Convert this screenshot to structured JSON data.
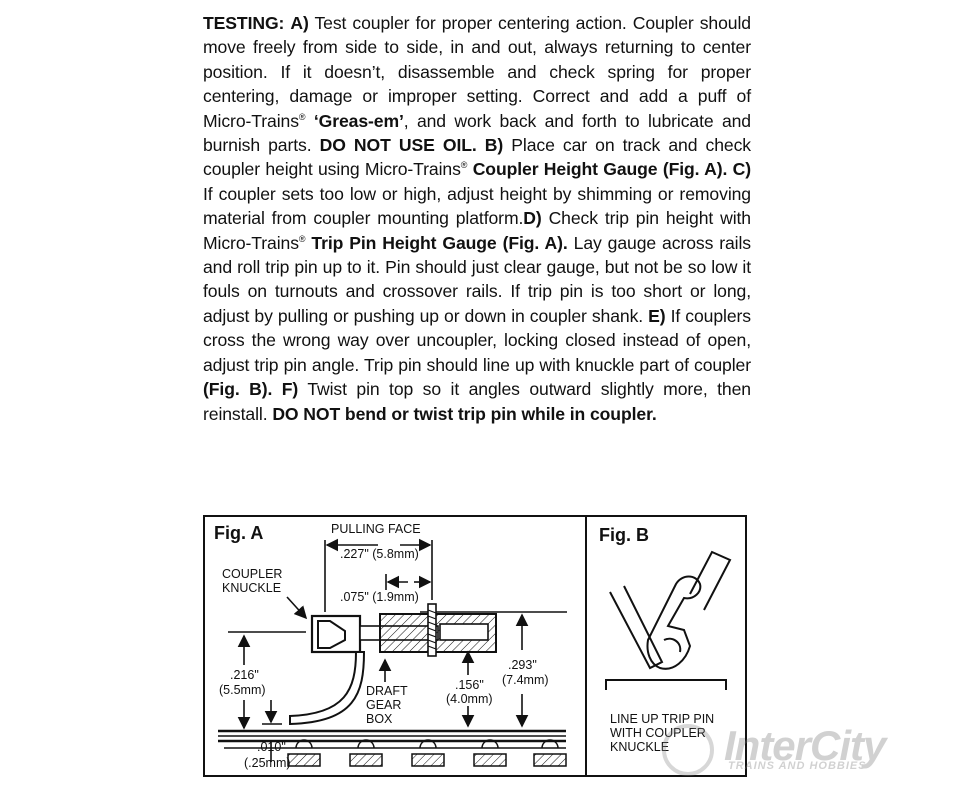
{
  "instructions": {
    "heading": "TESTING:",
    "a_label": "A)",
    "a_text": "Test coupler for proper centering action. Coupler should move freely from side to side, in and out, always returning to center position. If it doesn’t, disassemble and check spring for proper centering, damage or improper setting. Correct and add a puff of Micro-Trains",
    "reg": "®",
    "a_text2": "‘Greas-em’",
    "a_text3": ", and work back and forth to lubricate and burnish parts.",
    "no_oil": "DO NOT USE OIL.",
    "b_label": "B)",
    "b_text": "Place car on track and check coupler height using Micro-Trains",
    "b_gauge": "Coupler Height Gauge (Fig. A).",
    "c_label": "C)",
    "c_text": "If coupler sets too low or high, adjust height by shimming or removing material from coupler mounting platform.",
    "d_label": "D)",
    "d_text": "Check trip pin height with Micro-Trains",
    "d_gauge": "Trip Pin Height Gauge (Fig. A).",
    "d_text2": "Lay gauge across rails and roll trip pin up to it. Pin should just clear gauge, but not be so low it fouls on turnouts and crossover rails. If trip pin is too short or long, adjust by pulling or pushing up or down in coupler shank.",
    "e_label": "E)",
    "e_text": "If couplers cross the wrong way over uncoupler, locking closed instead of open, adjust trip pin angle. Trip pin should line up with knuckle part of coupler",
    "fig_b_ref": "(Fig. B).",
    "f_label": "F)",
    "f_text": "Twist pin top so it angles outward slightly more, then reinstall.",
    "warning": "DO NOT bend or twist trip pin while in coupler."
  },
  "figure_a": {
    "title": "Fig. A",
    "pulling_face": "PULLING FACE",
    "dim_227": ".227\" (5.8mm)",
    "coupler_knuckle_1": "COUPLER",
    "coupler_knuckle_2": "KNUCKLE",
    "dim_075": ".075\" (1.9mm)",
    "dim_216_a": ".216\"",
    "dim_216_b": "(5.5mm)",
    "draft_1": "DRAFT",
    "draft_2": "GEAR",
    "draft_3": "BOX",
    "dim_156_a": ".156\"",
    "dim_156_b": "(4.0mm)",
    "dim_293_a": ".293\"",
    "dim_293_b": "(7.4mm)",
    "dim_010_a": ".010\"",
    "dim_010_b": "(.25mm)"
  },
  "figure_b": {
    "title": "Fig. B",
    "caption_1": "LINE UP TRIP PIN",
    "caption_2": "WITH COUPLER",
    "caption_3": "KNUCKLE"
  },
  "watermark": {
    "brand": "InterCity",
    "tagline": "TRAINS AND HOBBIES"
  }
}
